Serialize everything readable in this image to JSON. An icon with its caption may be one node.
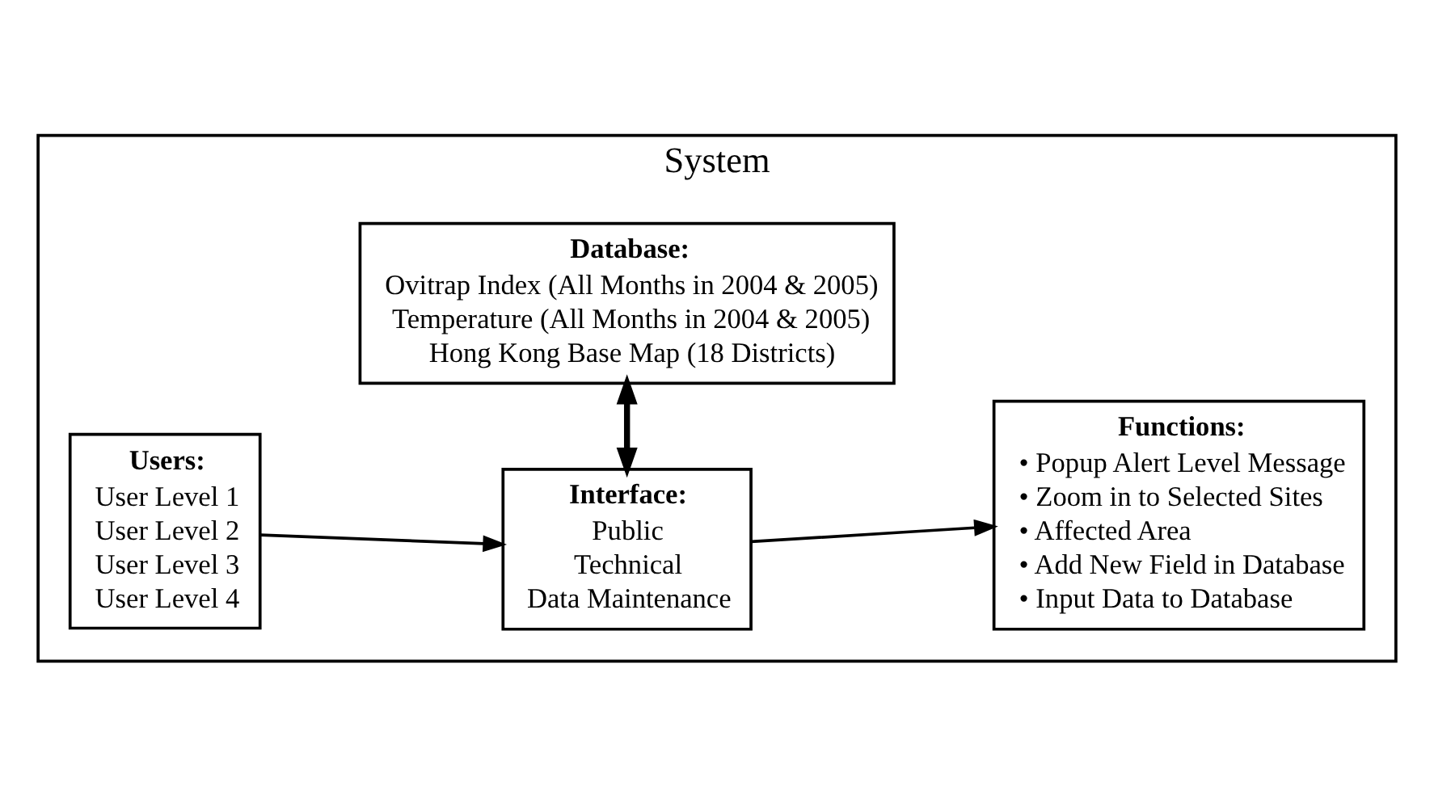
{
  "diagram": {
    "nodes": [
      {
        "text": [
          "System"
        ]
      },
      {
        "text": [
          "Users:",
          "User Level 1",
          "User Level 2",
          "User Level 3",
          "User Level 4"
        ],
        "in": 0
      },
      {
        "text": [
          "Interface:",
          "Public",
          "Technical",
          "Data Maintenance"
        ],
        "in": 0
      },
      {
        "text": [
          "Functions:",
          "• Popup Alert Level Message",
          "• Zoom in to Selected Sites",
          "• Affected Area",
          "• Add New Field in Database",
          "• Input Data to Database"
        ],
        "in": 0
      },
      {
        "text": [
          "Database:",
          "Ovitrap Index (All Months in 2004 & 2005)",
          "Temperature (All Months in 2004 & 2005)",
          "Hong Kong Base Map (18 Districts)"
        ],
        "in": 0
      }
    ],
    "edges": [
      {
        "from": 1,
        "to": 2,
        "arrow": "to"
      },
      {
        "from": 2,
        "to": 3,
        "arrow": "to"
      },
      {
        "from": 2,
        "to": 4,
        "arrow": "both",
        "style": "thick"
      }
    ]
  }
}
